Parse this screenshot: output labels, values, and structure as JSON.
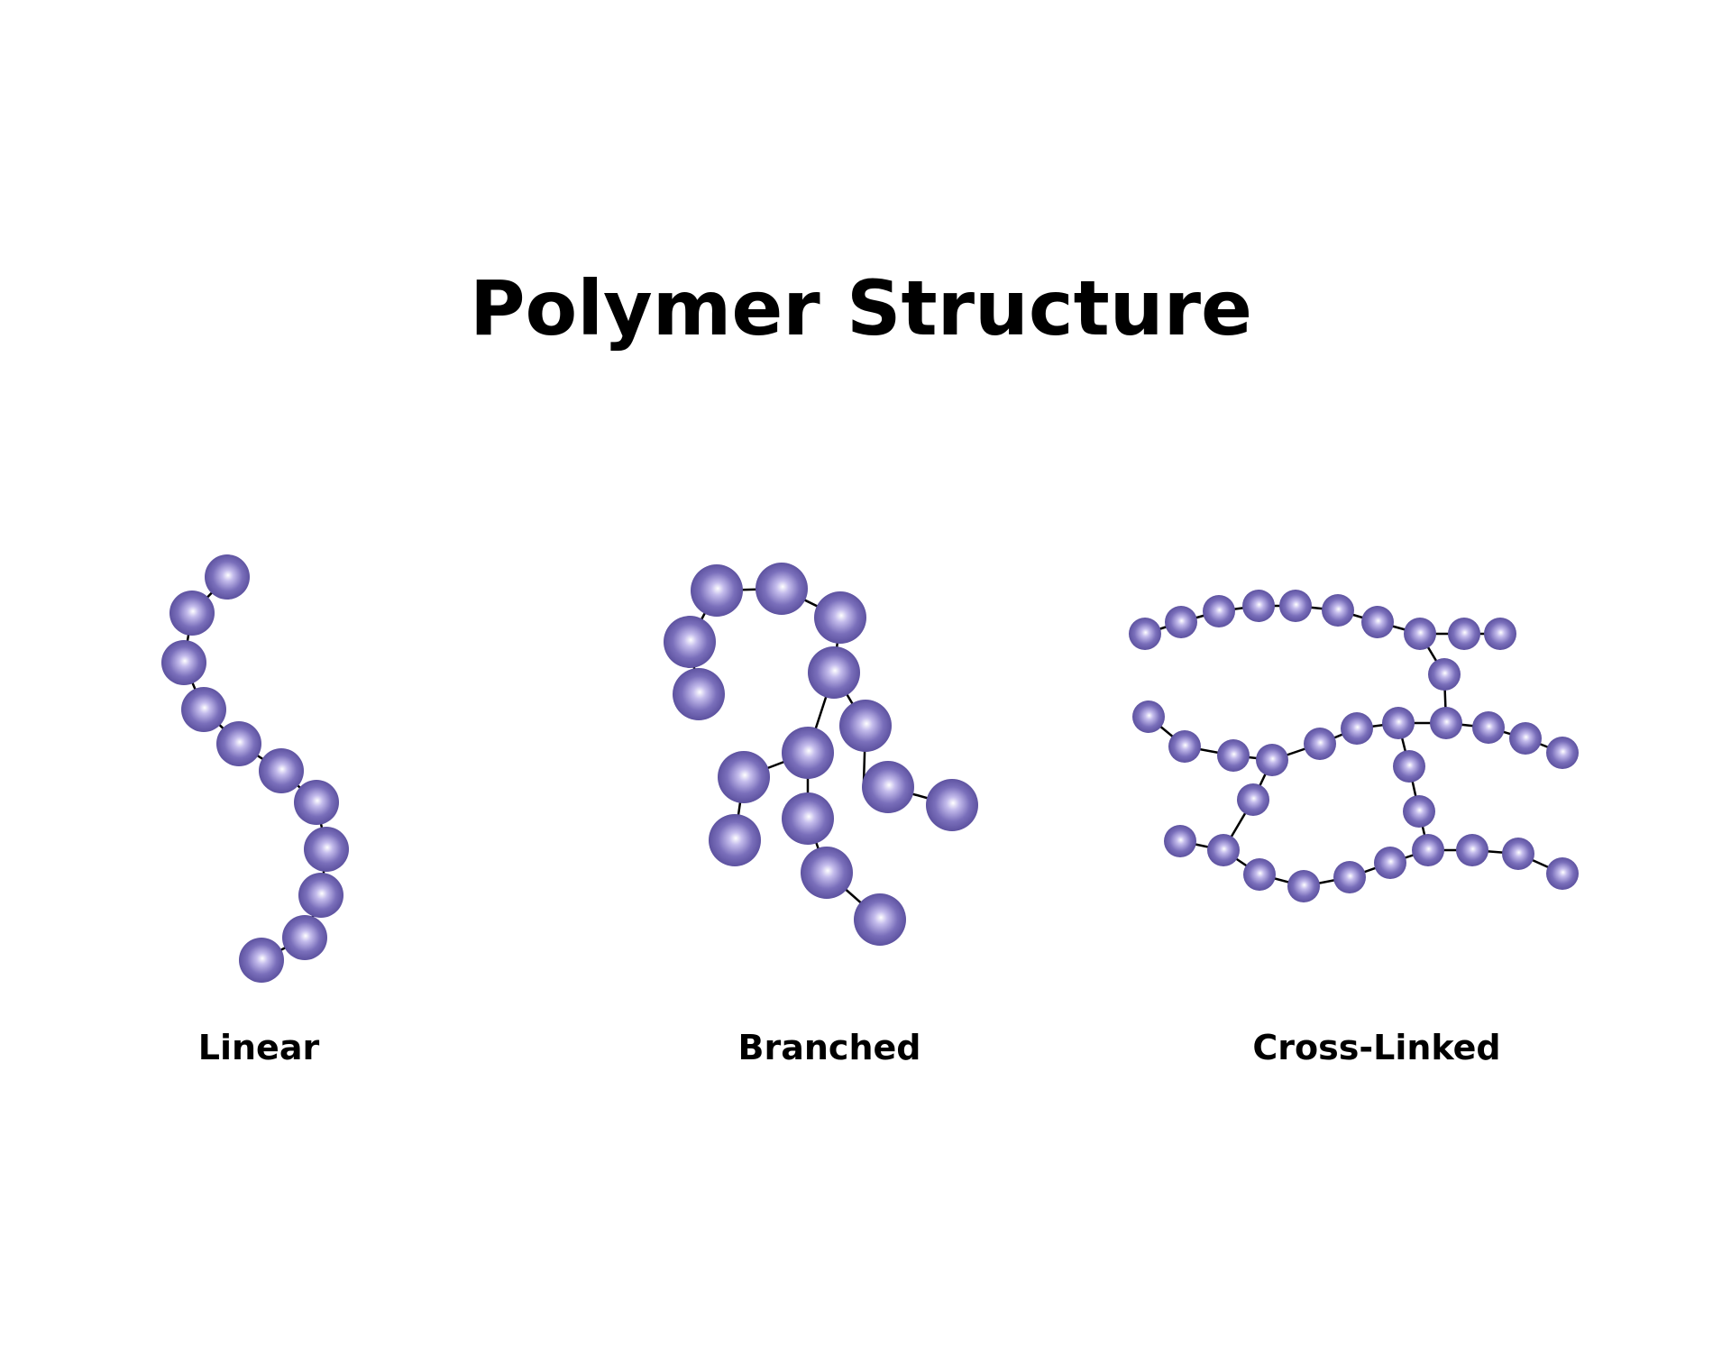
{
  "title": "Polymer Structure",
  "colors": {
    "bead_dark": "#5b509e",
    "bead_mid": "#8c80c8",
    "bead_light": "#ffffff",
    "bond": "#000000"
  },
  "structures": [
    {
      "id": "linear",
      "label": "Linear"
    },
    {
      "id": "branched",
      "label": "Branched"
    },
    {
      "id": "cross-linked",
      "label": "Cross-Linked"
    }
  ]
}
